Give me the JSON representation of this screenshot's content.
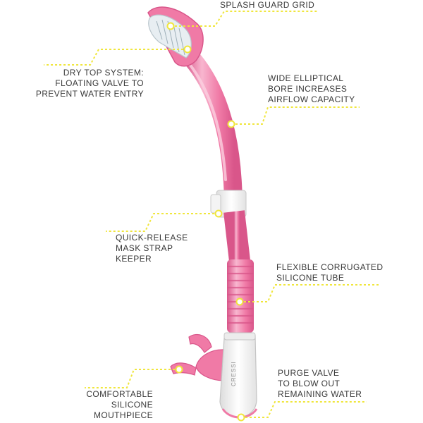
{
  "colors": {
    "tube_pink": "#f07aa6",
    "tube_pink_light": "#f8b6cf",
    "tube_pink_dark": "#d9568a",
    "guard_clear": "#e8eef2",
    "white_parts": "#f6f6f6",
    "callout_yellow": "#f0e63c",
    "label_text": "#3a3a3a"
  },
  "labels": {
    "splash_guard": [
      "SPLASH GUARD GRID"
    ],
    "dry_top": [
      "DRY TOP SYSTEM:",
      "FLOATING VALVE TO",
      "PREVENT WATER ENTRY"
    ],
    "wide_bore": [
      "WIDE ELLIPTICAL",
      "BORE INCREASES",
      "AIRFLOW CAPACITY"
    ],
    "quick_release": [
      "QUICK-RELEASE",
      "MASK STRAP",
      "KEEPER"
    ],
    "flexible_tube": [
      "FLEXIBLE CORRUGATED",
      "SILICONE TUBE"
    ],
    "purge_valve": [
      "PURGE VALVE",
      "TO BLOW OUT",
      "REMAINING WATER"
    ],
    "mouthpiece": [
      "COMFORTABLE",
      "SILICONE",
      "MOUTHPIECE"
    ]
  },
  "brand_mark": "CRESSI"
}
